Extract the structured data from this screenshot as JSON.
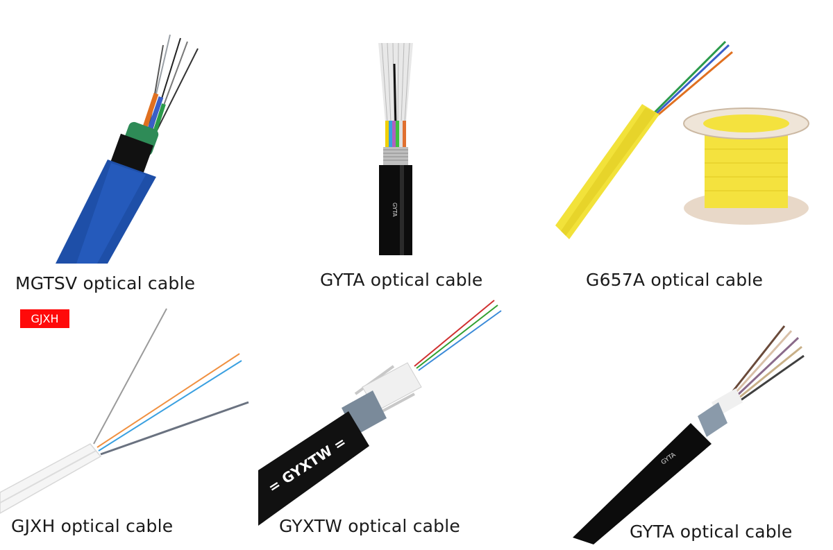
{
  "captions": {
    "top_left": "MGTSV optical cable",
    "top_center": "GYTA optical cable",
    "top_right": "G657A optical cable",
    "bottom_left": "GJXH optical cable",
    "bottom_center": "GYXTW optical cable",
    "bottom_right": "GYTA optical cable"
  },
  "badge": "GJXH",
  "cable_prints": {
    "gyta_vertical": "GYTA",
    "gyxtw": "= GYXTW =",
    "gyta_diagonal": "GYTA"
  },
  "colors": {
    "badge": "#ff0a0a",
    "mgtsv_sheath": "#1e4fa8",
    "g657a_jacket": "#f2e23a",
    "gyxtw_sheath": "#111111"
  }
}
